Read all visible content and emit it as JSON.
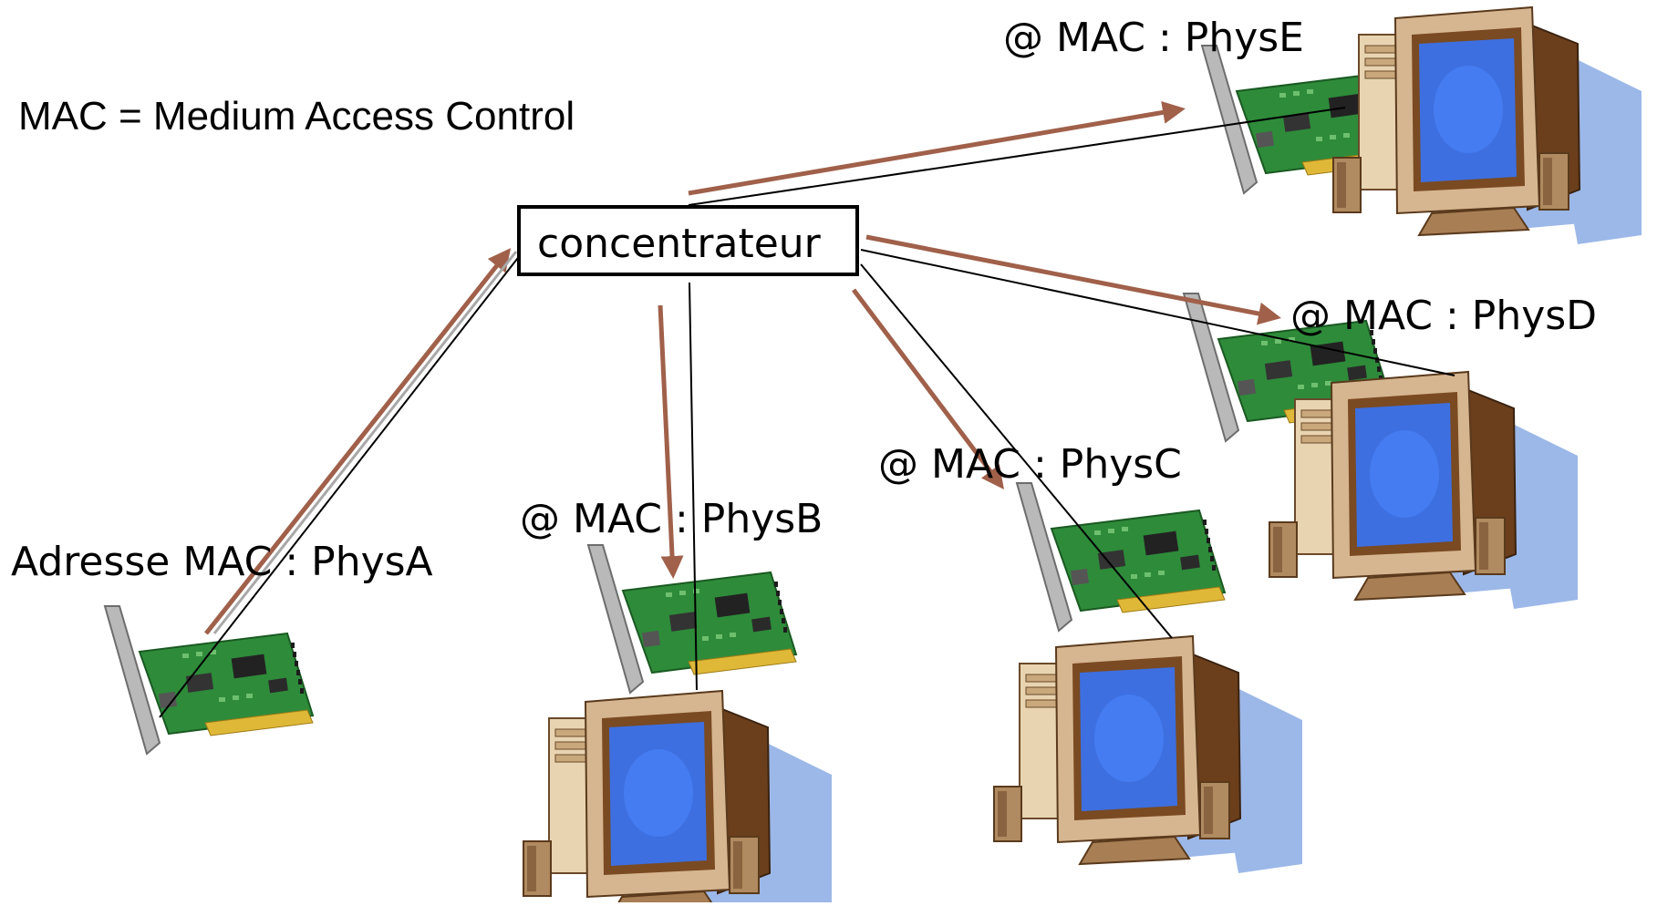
{
  "definition": "MAC = Medium Access Control",
  "hub": {
    "label": "concentrateur"
  },
  "stations": [
    {
      "id": "A",
      "label": "Adresse MAC : PhysA",
      "pc": false
    },
    {
      "id": "B",
      "label": "@ MAC : PhysB",
      "pc": true
    },
    {
      "id": "C",
      "label": "@ MAC : PhysC",
      "pc": true
    },
    {
      "id": "D",
      "label": "@ MAC : PhysD",
      "pc": true
    },
    {
      "id": "E",
      "label": "@ MAC : PhysE",
      "pc": true
    }
  ],
  "colors": {
    "arrow": "#a0604a",
    "cable": "#000000",
    "pcb": "#2e8b3a",
    "screen": "#3d6fe0",
    "case": "#d8b48a",
    "shadow": "#9cb8e8"
  },
  "icons": [
    "network-card-icon",
    "computer-icon"
  ]
}
